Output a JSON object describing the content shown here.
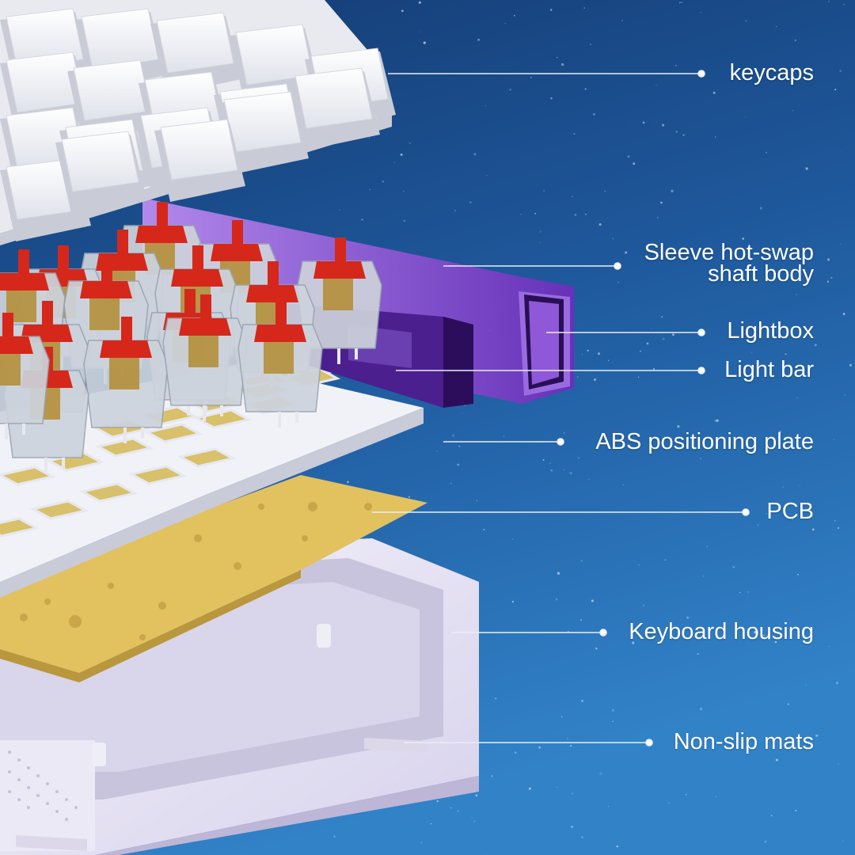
{
  "colors": {
    "background_top": "#163f78",
    "background_bottom": "#2f7cc4",
    "keycap": "#f2f3f7",
    "switch_stem": "#d5281b",
    "switch_housing": "#cdd3dc",
    "switch_contact": "#b48f3a",
    "lightbox": "#7a3fc8",
    "light_bar": "#4b1f8e",
    "positioning_plate": "#f1f2f7",
    "pcb": "#e2c15f",
    "housing": "#e4e0f2",
    "leader_line": "#e8eef8"
  },
  "labels": [
    {
      "id": "keycaps",
      "text": "keycaps"
    },
    {
      "id": "switch",
      "text": "Sleeve hot-swap\nshaft body"
    },
    {
      "id": "lightbox",
      "text": "Lightbox"
    },
    {
      "id": "lightbar",
      "text": "Light bar"
    },
    {
      "id": "plate",
      "text": "ABS positioning plate"
    },
    {
      "id": "pcb",
      "text": "PCB"
    },
    {
      "id": "housing",
      "text": "Keyboard housing"
    },
    {
      "id": "mats",
      "text": "Non-slip mats"
    }
  ]
}
